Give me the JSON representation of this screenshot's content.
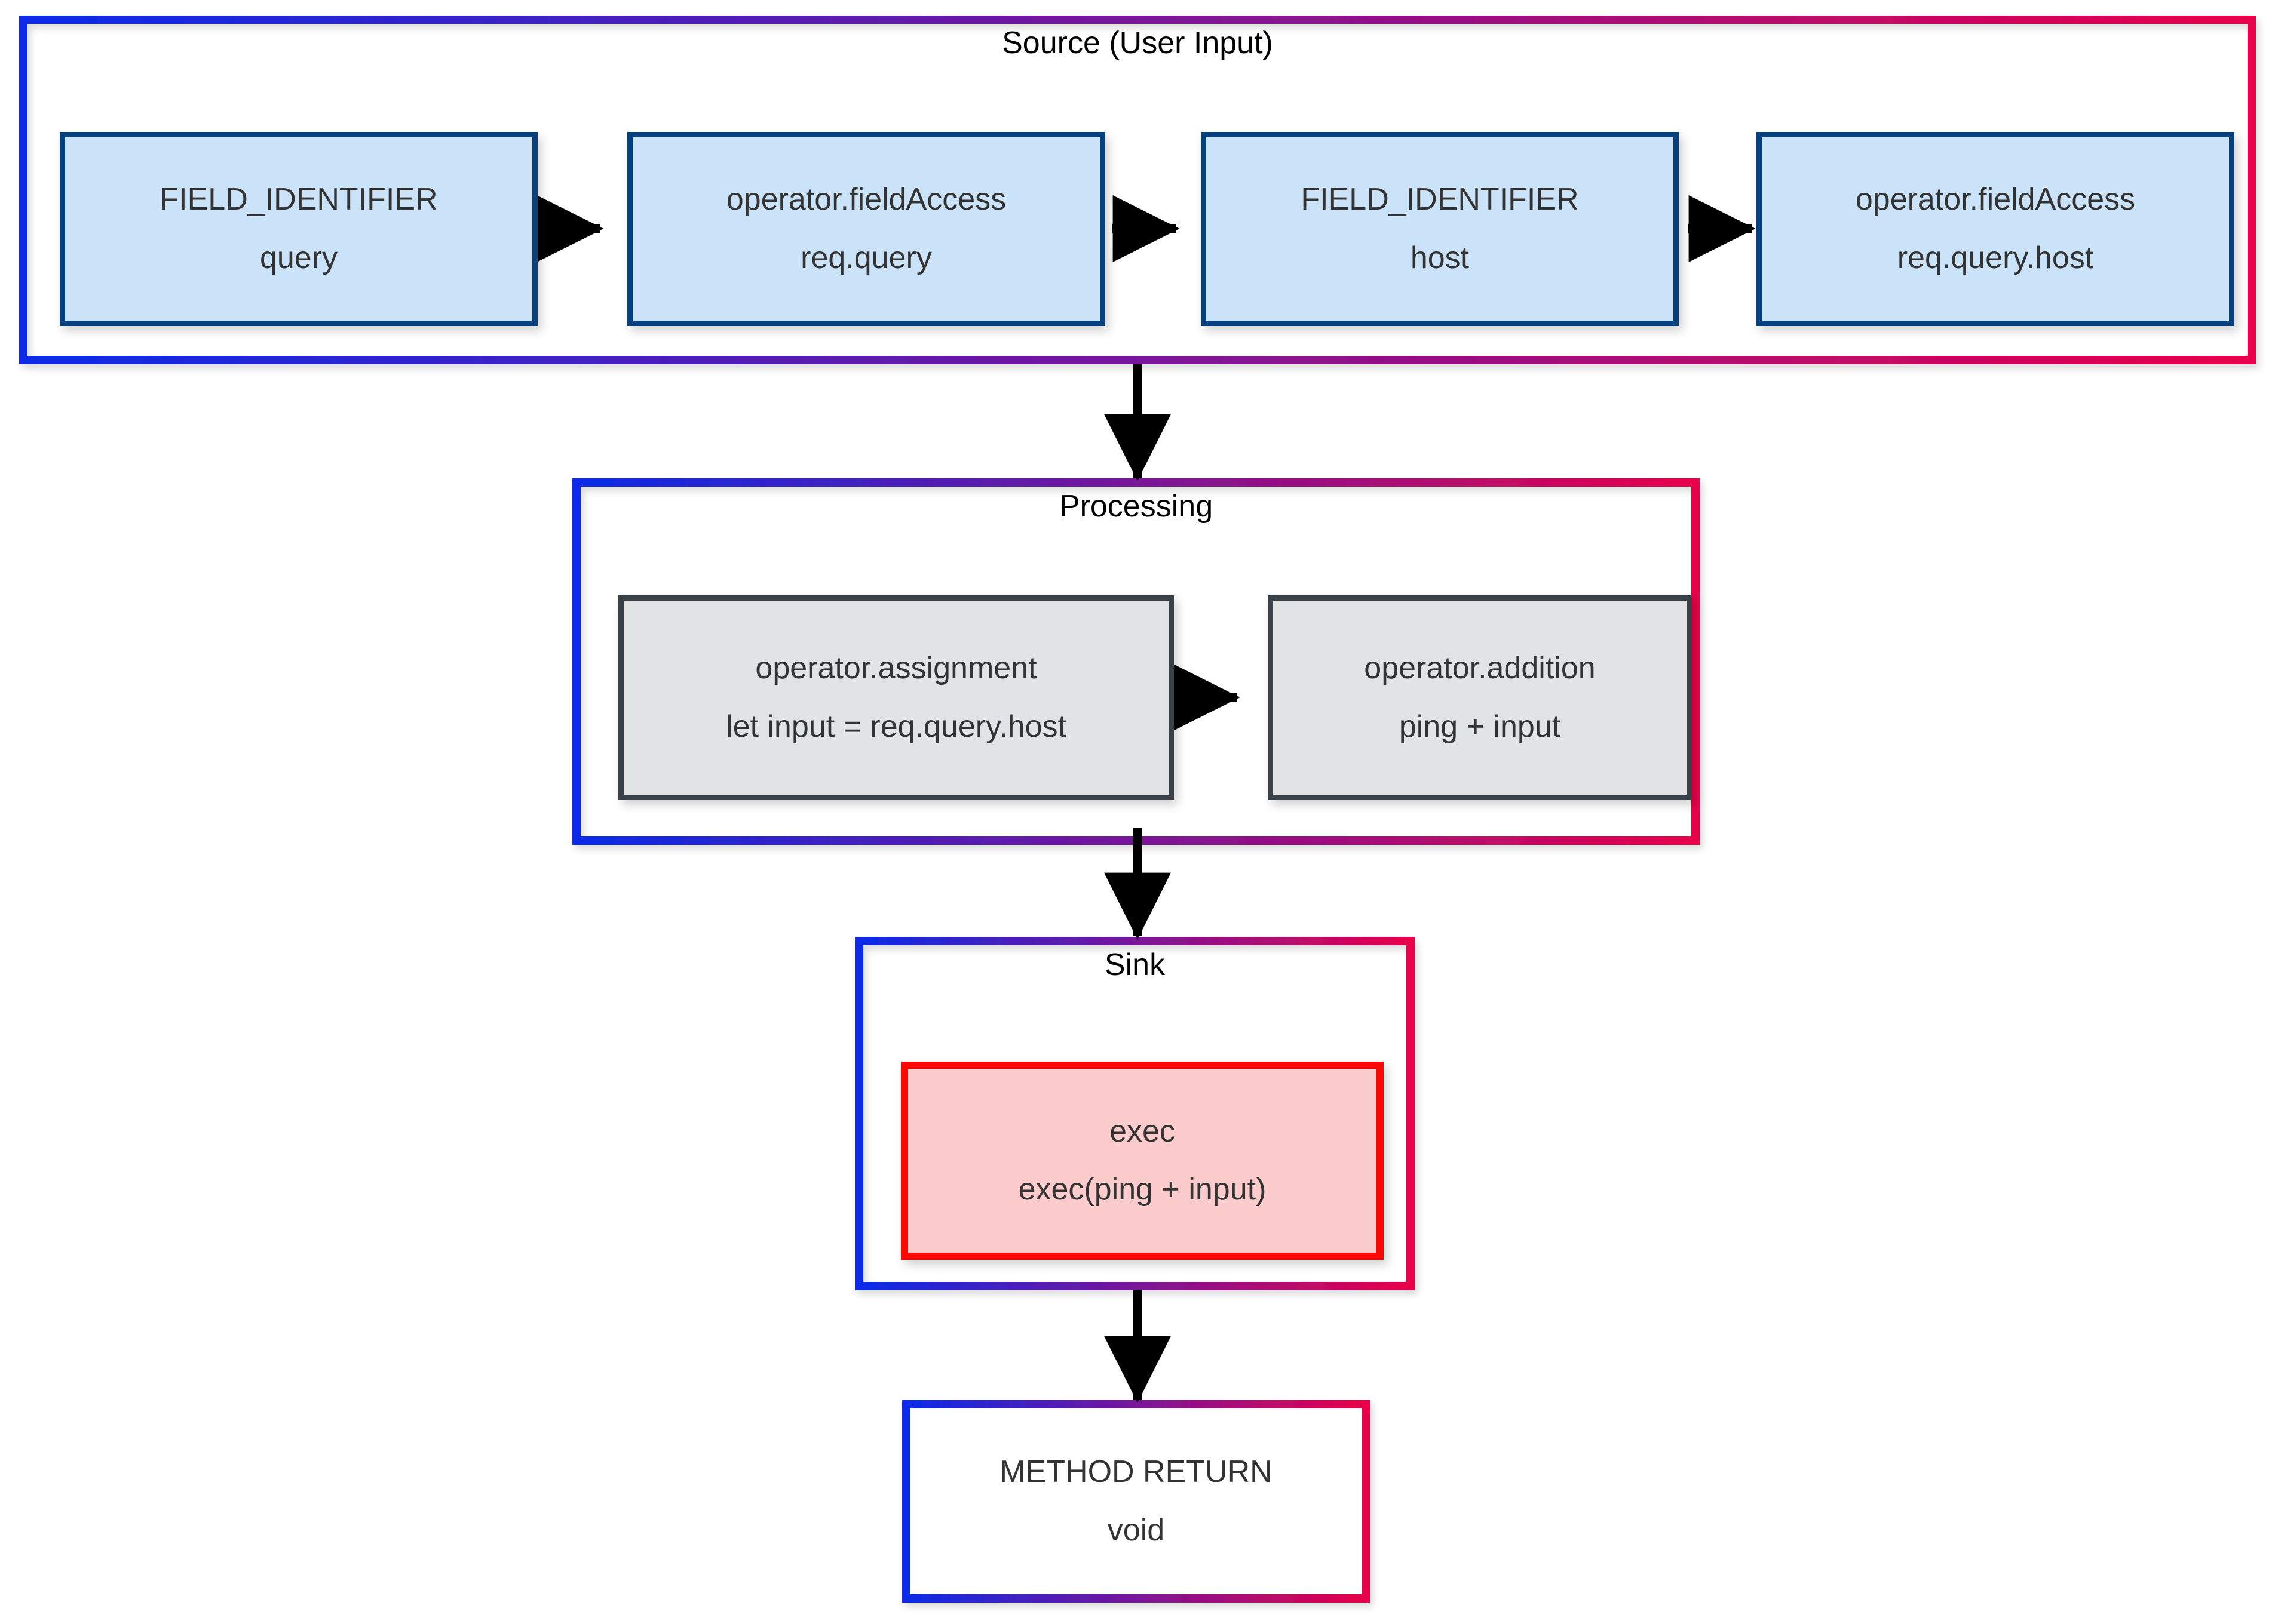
{
  "diagram": {
    "type": "taint-flow-graph",
    "background": "#ffffff",
    "colors": {
      "cluster_gradient_start": "#0a2be8",
      "cluster_gradient_end": "#e8004a",
      "source_node_fill": "#cbe3f9",
      "source_node_border": "#07407f",
      "processing_node_fill": "#e2e3e5",
      "processing_node_border": "#3a4147",
      "sink_node_fill": "#fccccc",
      "sink_node_border": "#fc0505",
      "return_node_fill": "#ffffff",
      "edge_color": "#000000",
      "node_text": "#333333",
      "cluster_title_text": "#000000"
    }
  },
  "clusters": [
    {
      "id": "source",
      "title": "Source (User Input)"
    },
    {
      "id": "processing",
      "title": "Processing"
    },
    {
      "id": "sink",
      "title": "Sink"
    }
  ],
  "source_nodes": [
    {
      "label": "FIELD_IDENTIFIER",
      "detail": "query"
    },
    {
      "label": "operator.fieldAccess",
      "detail": "req.query"
    },
    {
      "label": "FIELD_IDENTIFIER",
      "detail": "host"
    },
    {
      "label": "operator.fieldAccess",
      "detail": "req.query.host"
    }
  ],
  "processing_nodes": [
    {
      "label": "operator.assignment",
      "detail": "let input = req.query.host"
    },
    {
      "label": "operator.addition",
      "detail": "ping + input"
    }
  ],
  "sink_nodes": [
    {
      "label": "exec",
      "detail": "exec(ping + input)"
    }
  ],
  "return_nodes": [
    {
      "label": "METHOD RETURN",
      "detail": "void"
    }
  ],
  "edges": [
    {
      "from": "FIELD_IDENTIFIER query",
      "to": "operator.fieldAccess req.query",
      "direction": "right"
    },
    {
      "from": "operator.fieldAccess req.query",
      "to": "FIELD_IDENTIFIER host",
      "direction": "right"
    },
    {
      "from": "FIELD_IDENTIFIER host",
      "to": "operator.fieldAccess req.query.host",
      "direction": "right"
    },
    {
      "from": "Source (User Input)",
      "to": "Processing",
      "direction": "down"
    },
    {
      "from": "operator.assignment",
      "to": "operator.addition",
      "direction": "right"
    },
    {
      "from": "Processing",
      "to": "Sink",
      "direction": "down"
    },
    {
      "from": "Sink",
      "to": "METHOD RETURN",
      "direction": "down"
    }
  ]
}
